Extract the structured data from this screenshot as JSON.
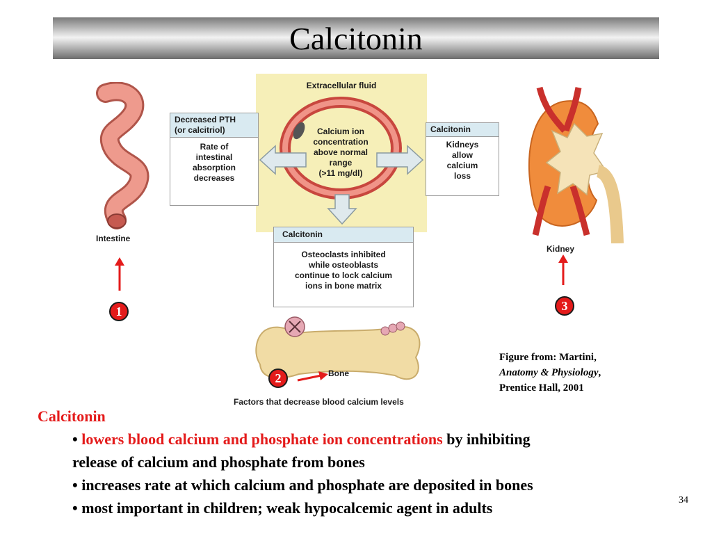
{
  "slide": {
    "title": "Calcitonin",
    "page_number": "34"
  },
  "figure": {
    "ecf_label": "Extracellular fluid",
    "center_text": [
      "Calcium ion",
      "concentration",
      "above normal",
      "range",
      "(>11 mg/dl)"
    ],
    "left_box": {
      "header": [
        "Decreased PTH",
        "(or calcitriol)"
      ],
      "body": [
        "Rate of",
        "intestinal",
        "absorption",
        "decreases"
      ]
    },
    "right_box": {
      "header": "Calcitonin",
      "body": [
        "Kidneys",
        "allow",
        "calcium",
        "loss"
      ]
    },
    "bottom_box": {
      "header": "Calcitonin",
      "body": [
        "Osteoclasts inhibited",
        "while osteoblasts",
        "continue to lock calcium",
        "ions in bone matrix"
      ]
    },
    "intestine_label": "Intestine",
    "kidney_label": "Kidney",
    "bone_label": "Bone",
    "caption": "Factors that decrease blood calcium levels"
  },
  "markers": [
    "1",
    "2",
    "3"
  ],
  "credit": {
    "line1": "Figure from: Martini,",
    "line2_italic": "Anatomy & Physiology",
    "line2_rest": ",",
    "line3": "Prentice Hall, 2001"
  },
  "notes": {
    "heading": "Calcitonin",
    "bullet1_red": "lowers blood calcium and phosphate ion concentrations",
    "bullet1_rest_a": " by inhibiting",
    "bullet1_rest_b": "release of calcium and phosphate from bones",
    "bullet2": "increases rate at which calcium and phosphate are deposited in bones",
    "bullet3": "most important in children; weak hypocalcemic agent in adults"
  },
  "colors": {
    "accent_red": "#e41b1b",
    "box_header": "#d9eaf1",
    "ecf_background": "#f6efb8",
    "tissue_pink": "#e8857a",
    "bone": "#f1dca5"
  }
}
